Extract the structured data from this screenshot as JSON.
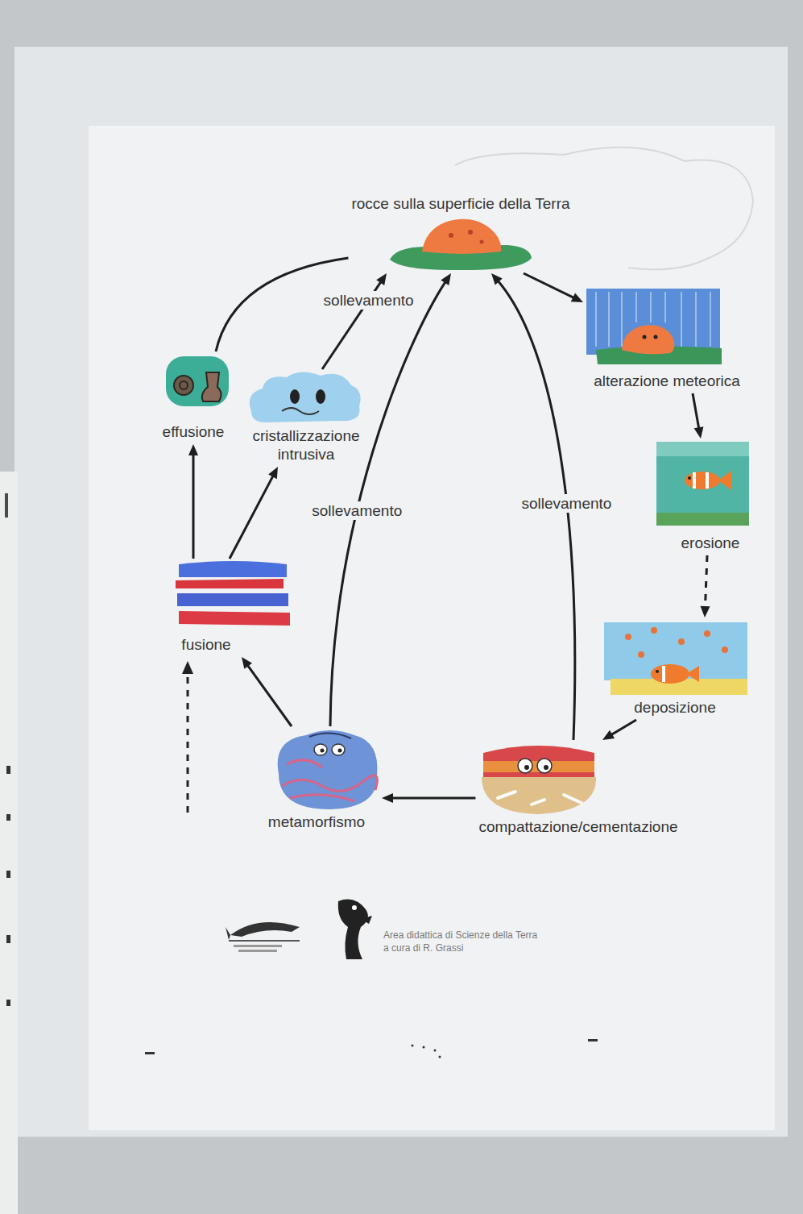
{
  "diagram": {
    "nodes": [
      {
        "text": [
          "rocce sulla superficie della Terra"
        ]
      },
      {
        "text": [
          "alterazione meteorica"
        ]
      },
      {
        "text": [
          "erosione"
        ]
      },
      {
        "text": [
          "deposizione"
        ]
      },
      {
        "text": [
          "compattazione/cementazione"
        ]
      },
      {
        "text": [
          "metamorfismo"
        ]
      },
      {
        "text": [
          "fusione"
        ]
      },
      {
        "text": [
          "effusione"
        ]
      },
      {
        "text": [
          "cristallizzazione intrusiva"
        ]
      }
    ],
    "edges": [
      {
        "from": 0,
        "to": 1,
        "arrow": "to"
      },
      {
        "from": 1,
        "to": 2,
        "arrow": "to"
      },
      {
        "from": 2,
        "to": 3,
        "arrow": "to"
      },
      {
        "from": 3,
        "to": 4,
        "arrow": "to"
      },
      {
        "from": 4,
        "to": 5,
        "arrow": "to"
      },
      {
        "from": 5,
        "to": 6,
        "arrow": "to"
      },
      {
        "from": 6,
        "to": 7,
        "arrow": "to"
      },
      {
        "from": 6,
        "to": 8,
        "arrow": "to"
      },
      {
        "from": 8,
        "to": 0,
        "label": "sollevamento",
        "arrow": "to"
      },
      {
        "from": 7,
        "to": 0,
        "arrow": "none"
      },
      {
        "from": 5,
        "to": 0,
        "label": "sollevamento",
        "arrow": "to"
      },
      {
        "from": 4,
        "to": 0,
        "label": "sollevamento",
        "arrow": "to"
      }
    ],
    "labels": [
      "Area didattica di Scienze della Terra",
      "a cura di R. Grassi"
    ]
  }
}
